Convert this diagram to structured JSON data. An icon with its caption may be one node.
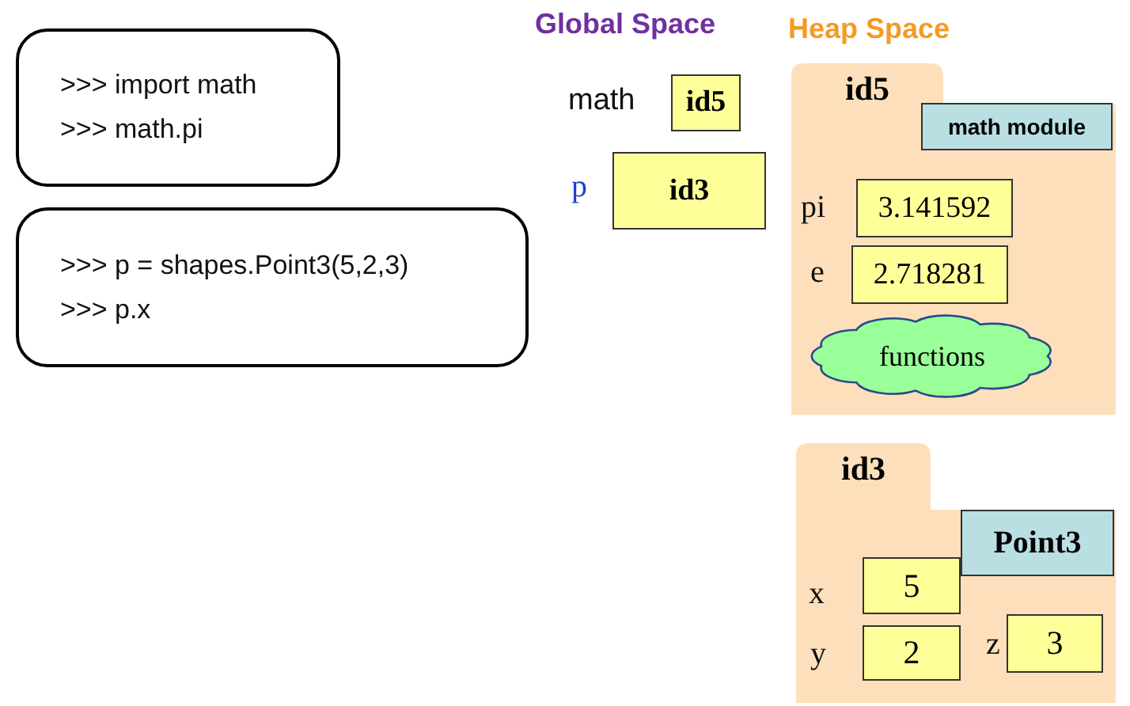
{
  "diagram": {
    "nodes": [
      {
        "text": [
          ">>> import math",
          ">>> math.pi"
        ]
      },
      {
        "text": [
          ">>> p = shapes.Point3(5,2,3)",
          ">>> p.x"
        ]
      },
      {
        "text": [
          "id5"
        ],
        "beside": [
          "math"
        ]
      },
      {
        "text": [
          "id3"
        ],
        "beside": [
          "p"
        ]
      },
      {
        "text": [
          "id5"
        ]
      },
      {
        "text": [
          "math module"
        ],
        "in": 4
      },
      {
        "text": [
          "3.141592"
        ],
        "in": 4,
        "beside": [
          "pi"
        ]
      },
      {
        "text": [
          "2.718281"
        ],
        "in": 4,
        "beside": [
          "e"
        ]
      },
      {
        "text": [
          "functions"
        ],
        "in": 4
      },
      {
        "text": [
          "id3"
        ]
      },
      {
        "text": [
          "Point3"
        ],
        "in": 9
      },
      {
        "text": [
          "5"
        ],
        "in": 9,
        "beside": [
          "x"
        ]
      },
      {
        "text": [
          "2"
        ],
        "in": 9,
        "beside": [
          "y"
        ]
      },
      {
        "text": [
          "3"
        ],
        "in": 9,
        "beside": [
          "z"
        ]
      }
    ],
    "labels": [
      "Global Space",
      "Heap Space"
    ]
  }
}
